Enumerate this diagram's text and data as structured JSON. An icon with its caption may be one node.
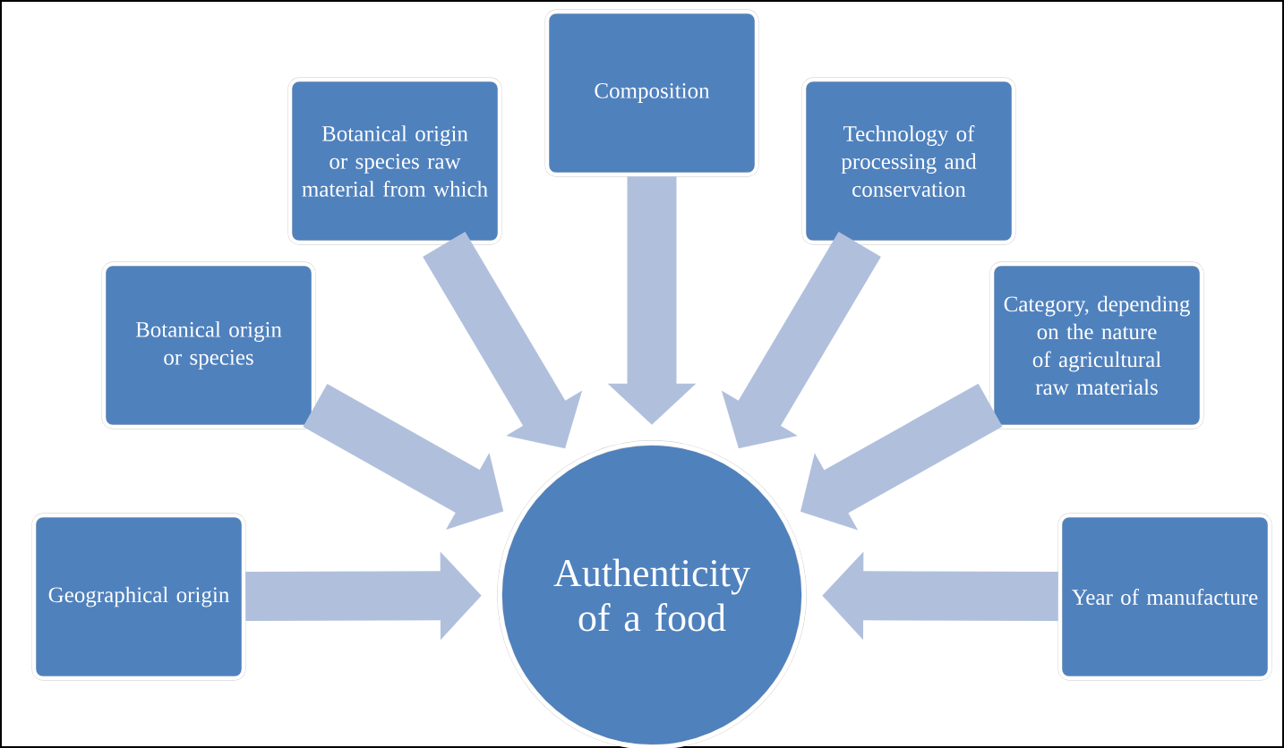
{
  "diagram": {
    "nodes": [
      {
        "text": [
          "Geographical origin"
        ]
      },
      {
        "text": [
          "Botanical origin or species"
        ]
      },
      {
        "text": [
          "Botanical origin or species raw material from which"
        ]
      },
      {
        "text": [
          "Composition"
        ]
      },
      {
        "text": [
          "Technology of processing and conservation"
        ]
      },
      {
        "text": [
          "Category, depending on the nature of agricultural raw materials"
        ]
      },
      {
        "text": [
          "Year of manufacture"
        ]
      },
      {
        "text": [
          "Authenticity of a food"
        ]
      }
    ],
    "edges": [
      {
        "from": 0,
        "to": 7,
        "arrow": "to"
      },
      {
        "from": 1,
        "to": 7,
        "arrow": "to"
      },
      {
        "from": 2,
        "to": 7,
        "arrow": "to"
      },
      {
        "from": 3,
        "to": 7,
        "arrow": "to"
      },
      {
        "from": 4,
        "to": 7,
        "arrow": "to"
      },
      {
        "from": 5,
        "to": 7,
        "arrow": "to"
      },
      {
        "from": 6,
        "to": 7,
        "arrow": "to"
      }
    ]
  }
}
